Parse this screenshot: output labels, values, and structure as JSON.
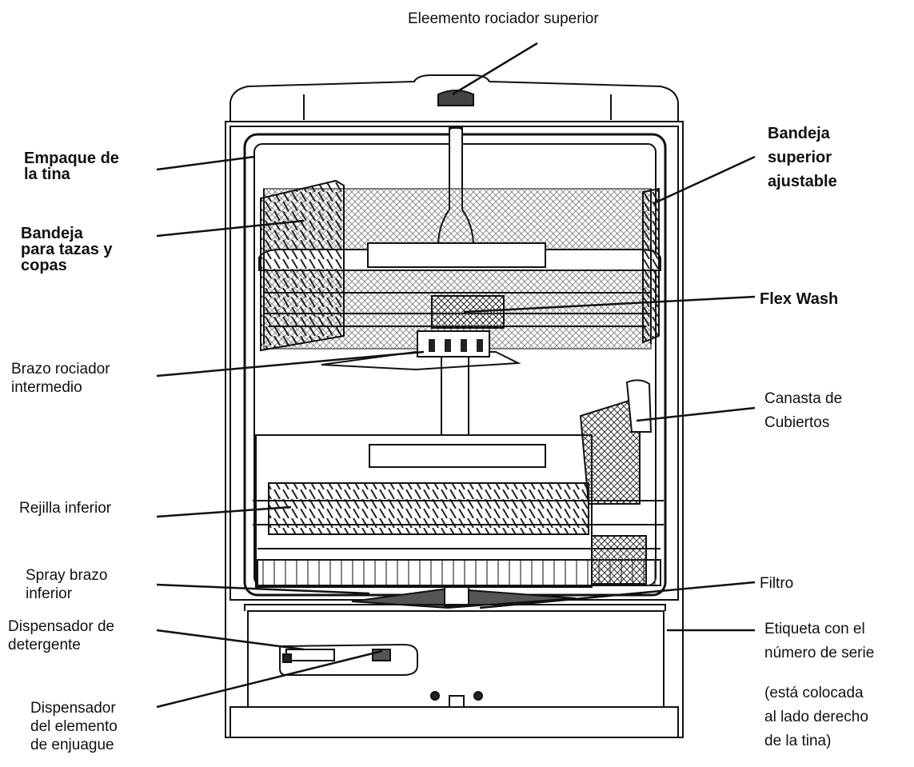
{
  "diagram": {
    "labels": {
      "upper_spray": [
        "Eleemento rociador superior"
      ],
      "tub_gasket": [
        "Empaque de",
        "la tina"
      ],
      "cup_shelf": [
        "Bandeja",
        "para tazas y",
        "copas"
      ],
      "mid_spray_arm": [
        "Brazo rociador",
        "intermedio"
      ],
      "lower_rack": [
        "Rejilla inferior"
      ],
      "lower_spray_arm": [
        "Spray brazo",
        "inferior"
      ],
      "detergent_dispenser": [
        "Dispensador de",
        "detergente"
      ],
      "rinse_dispenser": [
        "Dispensador",
        "del elemento",
        "de enjuague"
      ],
      "adjustable_upper_rack": [
        "Bandeja",
        "superior",
        "ajustable"
      ],
      "flex_wash": [
        "Flex Wash"
      ],
      "silverware_basket": [
        "Canasta de",
        "Cubiertos"
      ],
      "filter": [
        "Filtro"
      ],
      "serial_label": [
        "Etiqueta con el",
        "número de serie"
      ],
      "serial_note": [
        "(está colocada",
        "al lado derecho",
        "de la tina)"
      ]
    }
  }
}
